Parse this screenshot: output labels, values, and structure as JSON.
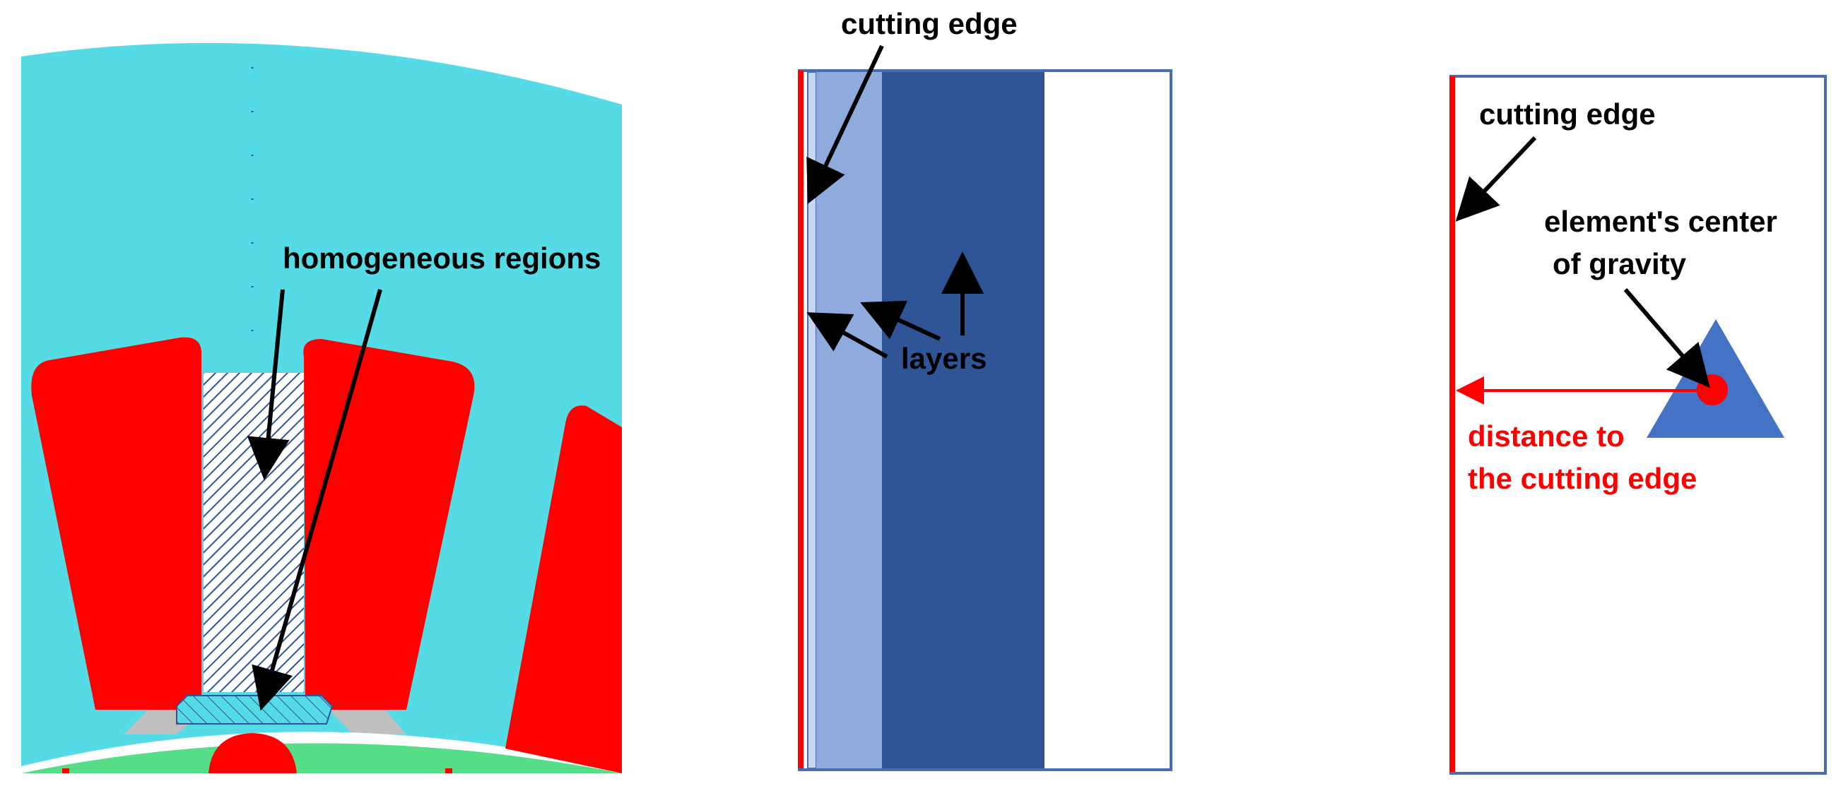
{
  "colors": {
    "stator_iron": "#55DBE6",
    "winding": "#FF0000",
    "rotor": "#55DD88",
    "layer_outer": "#8FABDE",
    "layer_inner": "#2F5597",
    "frame": "#4A6CB0",
    "cutting_edge": "#FF0000",
    "element": "#4472C4",
    "arrow": "#000000"
  },
  "panel_left": {
    "label": "homogeneous regions"
  },
  "panel_middle": {
    "cutting_edge_label": "cutting edge",
    "layers_label": "layers"
  },
  "panel_right": {
    "cutting_edge_label": "cutting edge",
    "center_label_line1": "element's center",
    "center_label_line2": "of gravity",
    "distance_label_line1": "distance to",
    "distance_label_line2": "the cutting edge"
  }
}
